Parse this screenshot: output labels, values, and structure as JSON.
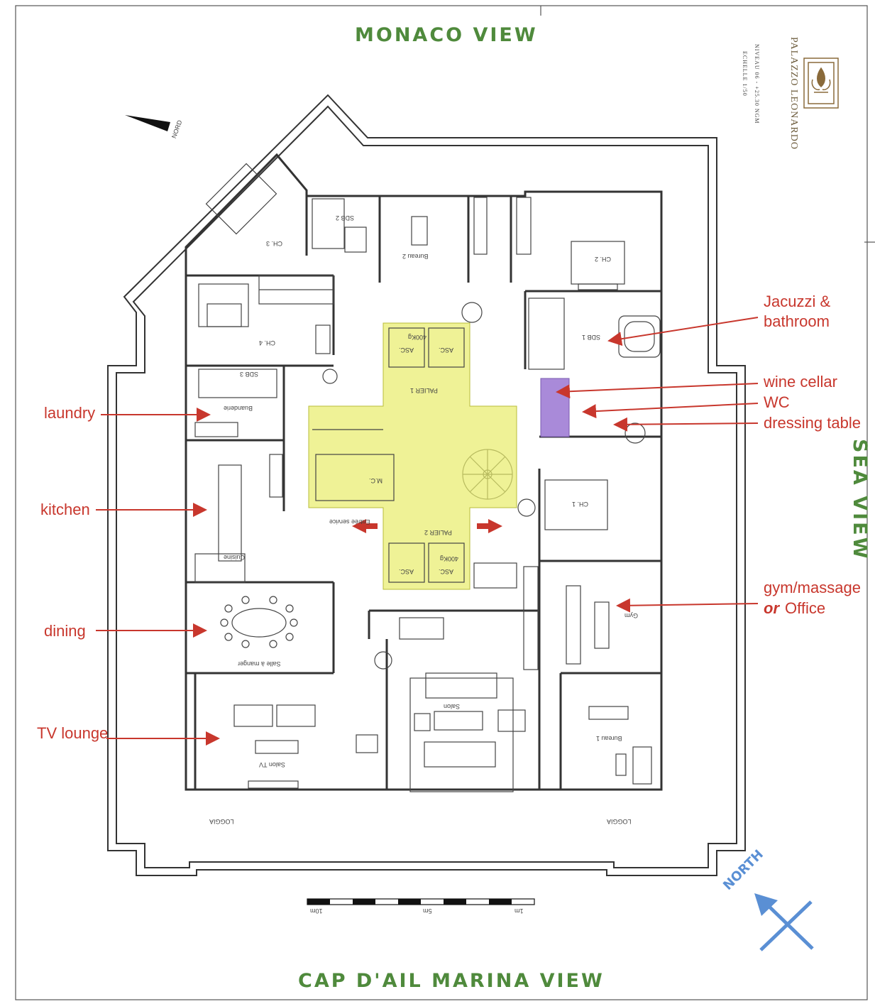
{
  "colors": {
    "annotation": "#c8372d",
    "view_label": "#4f8a3c",
    "north": "#5a8fd4",
    "highlight": "#e8ec6a",
    "wine_cellar": "#a98ad9",
    "wall": "#333333"
  },
  "views": {
    "top": "MONACO VIEW",
    "bottom": "CAP D'AIL MARINA VIEW",
    "right": "SEA VIEW"
  },
  "branding": {
    "name": "PALAZZO LEONARDO",
    "level": "NIVEAU 06 - +25.30 NGM",
    "scale": "ECHELLE 1/50"
  },
  "annotations": {
    "jacuzzi_line1": "Jacuzzi  &",
    "jacuzzi_line2": "bathroom",
    "wine_cellar": "wine cellar",
    "wc": "WC",
    "dressing_table": "dressing table",
    "laundry": "laundry",
    "kitchen": "kitchen",
    "gym_line1": "gym/massage",
    "gym_or": "or",
    "gym_office": "Office",
    "dining": "dining",
    "tv_lounge": "TV lounge"
  },
  "north_label": "NORTH",
  "room_labels": {
    "ch3": "CH. 3",
    "sdb2": "SDB 2",
    "bureau2": "Bureau 2",
    "ch2": "CH. 2",
    "ch4": "CH. 4",
    "sdb1": "SDB 1",
    "sdb3": "SDB 3",
    "buanderie": "Buanderie",
    "palier1": "PALIER 1",
    "palier2": "PALIER 2",
    "asc1": "ASC.",
    "asc2": "ASC.",
    "asc3": "ASC.",
    "asc4": "ASC.",
    "lift_cap1": "400Kg",
    "lift_cap2": "400Kg",
    "mc": "M.C.",
    "ch1": "CH. 1",
    "cuisine": "Cuisine",
    "entree_service": "Entrée service",
    "gym": "Gym",
    "salle_manger": "Salle à manger",
    "salon": "Salon",
    "bureau1": "Bureau 1",
    "salon_tv": "Salon TV",
    "loggia_left": "LOGGIA",
    "loggia_right": "LOGGIA",
    "north_small": "NORD"
  },
  "scale_bar": {
    "label_10m": "10m",
    "label_5m": "5m",
    "label_1m": "1m"
  }
}
